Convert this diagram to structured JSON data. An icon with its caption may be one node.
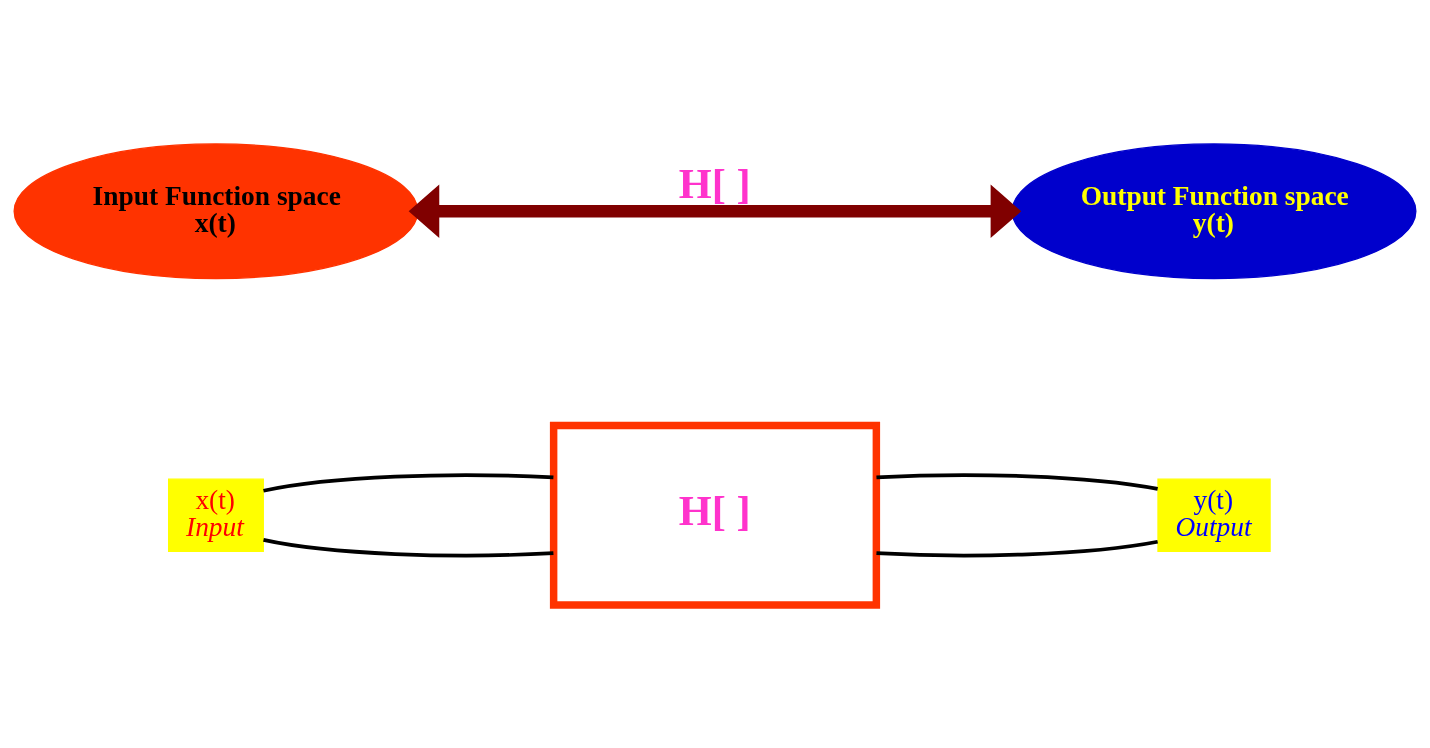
{
  "diagram": {
    "nodes": [
      {
        "text": [
          "x(t)",
          "Input"
        ]
      },
      {
        "text": [
          "H[ ]"
        ]
      },
      {
        "text": [
          "y(t)",
          "Output"
        ]
      },
      {
        "text": [
          "Input Function space",
          "x(t)"
        ]
      },
      {
        "text": [
          "Output Function space",
          "y(t)"
        ]
      }
    ],
    "edges": [
      {
        "from": 0,
        "to": 1,
        "arrow": "none"
      },
      {
        "from": 0,
        "to": 1,
        "arrow": "none"
      },
      {
        "from": 1,
        "to": 2,
        "arrow": "none"
      },
      {
        "from": 1,
        "to": 2,
        "arrow": "none"
      },
      {
        "from": 3,
        "to": 4,
        "arrow": "both",
        "label": "H[ ]",
        "style": "thick",
        "color": "#800000"
      }
    ]
  }
}
